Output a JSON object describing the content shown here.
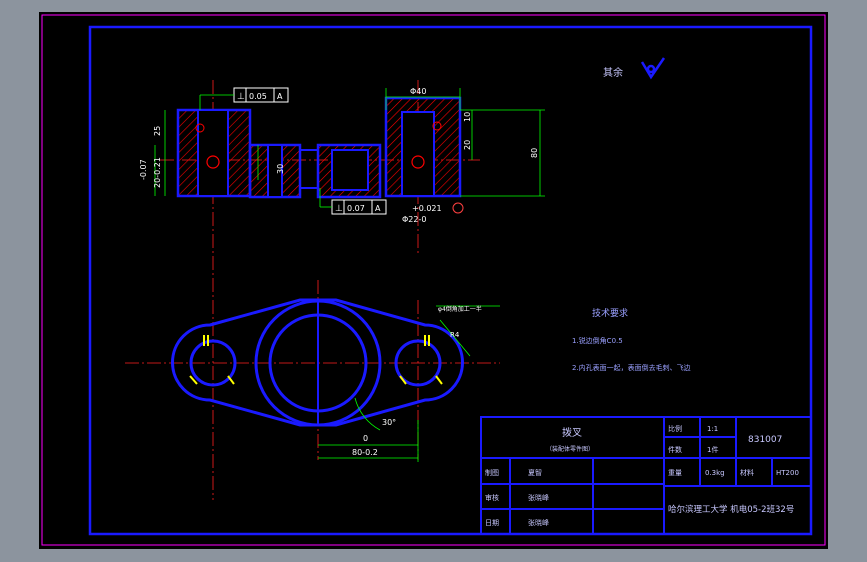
{
  "colors": {
    "background": "#8c949e",
    "paper": "#000000",
    "frame": "#1a1aff",
    "sheet_border": "#ff00ff",
    "centerline": "#ff2020",
    "dimension": "#00ff00",
    "hatch": "#ff0000",
    "text_title_block": "#c8c8ff",
    "text_notes": "#9aa0ff"
  },
  "roughness": {
    "label": "其余",
    "icon": "roughness-check-icon"
  },
  "gdt": {
    "top": {
      "symbol": "⊥",
      "tolerance": "0.05",
      "datum": "A"
    },
    "bottom": {
      "symbol": "⊥",
      "tolerance": "0.07",
      "datum": "A"
    }
  },
  "dimensions": {
    "top_width": "Φ40",
    "left_height": "25",
    "left_minus": "-0.07",
    "left_tol": "20-0.21",
    "inner_vertical": "30",
    "right_small_1": "10",
    "right_small_2": "20",
    "right_height": "80",
    "bore_tol": "+0.021",
    "bore": "Φ22-0",
    "angle": "30°",
    "base_0": "0",
    "base_len": "80-0.2",
    "slot_note": "φ4倒角加工一半",
    "r_small": "R4"
  },
  "notes": {
    "title": "技术要求",
    "items": [
      "1.锐边倒角C0.5",
      "2.内孔表面一起，表面倒去毛刺、飞边"
    ]
  },
  "title_block": {
    "part_name": "拨叉",
    "part_sub": "（装配体零件图）",
    "scale_label": "比例",
    "scale_value": "1:1",
    "drawing_no": "831007",
    "qty_label": "件数",
    "qty_value": "1件",
    "material_label": "重量",
    "material_value": "0.3kg",
    "sheet_label": "材料",
    "sheet_value": "HT200",
    "row1_role": "制图",
    "row1_name": "夏智",
    "row2_role": "审核",
    "row2_name": "张晓峰",
    "row3_role": "日期",
    "row3_name": "张晓峰",
    "school": "哈尔滨理工大学  机电05-2班32号"
  }
}
